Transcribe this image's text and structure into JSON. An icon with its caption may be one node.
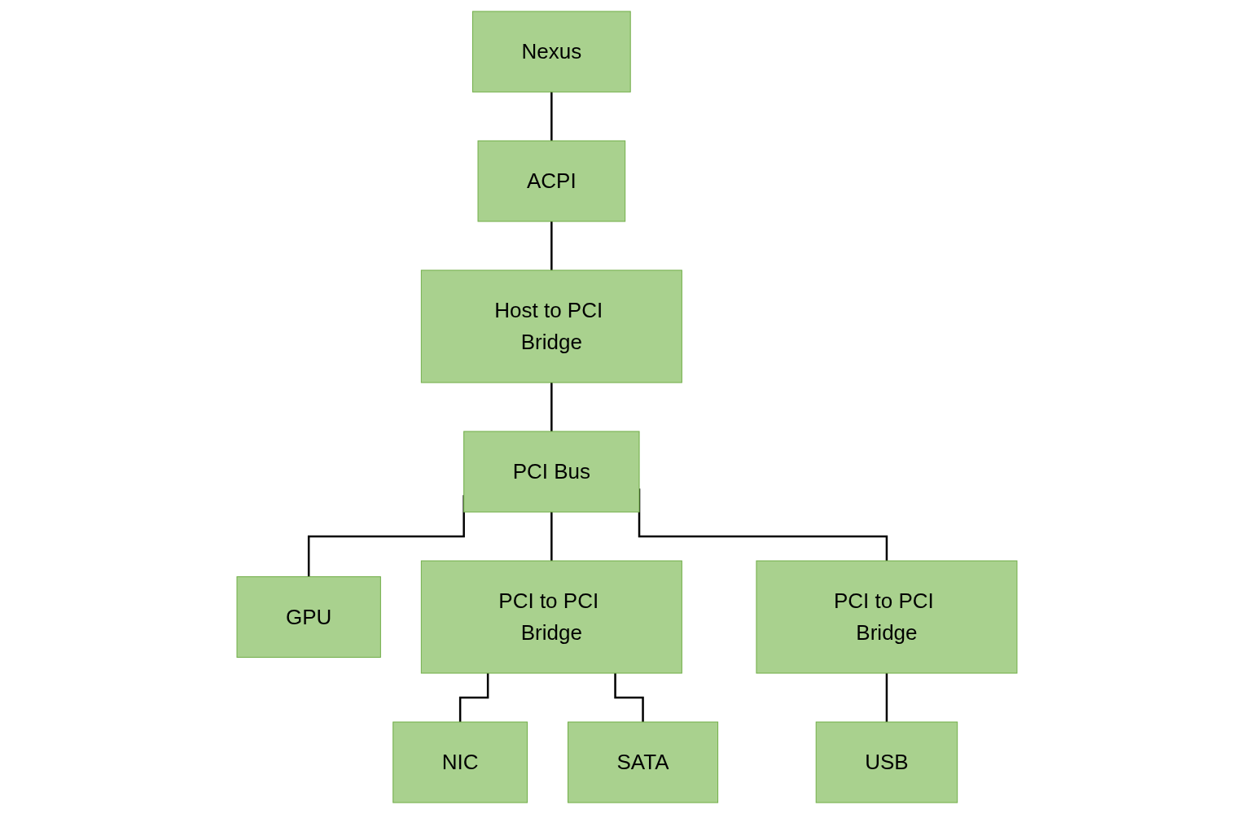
{
  "diagram": {
    "nodes": [
      {
        "text": [
          "Nexus"
        ]
      },
      {
        "text": [
          "ACPI"
        ]
      },
      {
        "text": [
          "Host to PCI Bridge"
        ]
      },
      {
        "text": [
          "PCI Bus"
        ]
      },
      {
        "text": [
          "GPU"
        ]
      },
      {
        "text": [
          "PCI to PCI Bridge"
        ]
      },
      {
        "text": [
          "PCI to PCI Bridge"
        ]
      },
      {
        "text": [
          "NIC"
        ]
      },
      {
        "text": [
          "SATA"
        ]
      },
      {
        "text": [
          "USB"
        ]
      }
    ],
    "edges": [
      {
        "from": 0,
        "to": 1,
        "arrow": "none"
      },
      {
        "from": 1,
        "to": 2,
        "arrow": "none"
      },
      {
        "from": 2,
        "to": 3,
        "arrow": "none"
      },
      {
        "from": 3,
        "to": 4,
        "arrow": "none"
      },
      {
        "from": 3,
        "to": 5,
        "arrow": "none"
      },
      {
        "from": 3,
        "to": 6,
        "arrow": "none"
      },
      {
        "from": 5,
        "to": 7,
        "arrow": "none"
      },
      {
        "from": 5,
        "to": 8,
        "arrow": "none"
      },
      {
        "from": 6,
        "to": 9,
        "arrow": "none"
      }
    ]
  }
}
